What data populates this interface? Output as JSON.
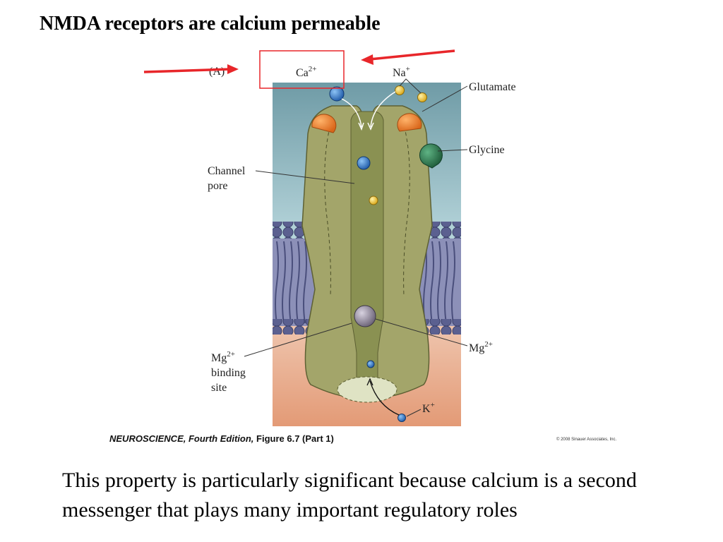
{
  "slide": {
    "title": "NMDA receptors are calcium permeable",
    "body": "This property is particularly significant because calcium is a second messenger that plays many important regulatory roles"
  },
  "figure": {
    "panel_label": "(A)",
    "labels": {
      "ca": "Ca",
      "ca_sup": "2+",
      "na": "Na",
      "na_sup": "+",
      "glutamate": "Glutamate",
      "glycine": "Glycine",
      "channel_pore_line1": "Channel",
      "channel_pore_line2": "pore",
      "mg_right": "Mg",
      "mg_right_sup": "2+",
      "mg_site_line1": "Mg",
      "mg_site_sup": "2+",
      "mg_site_line2": "binding",
      "mg_site_line3": "site",
      "k": "K",
      "k_sup": "+"
    },
    "caption": {
      "book": "NEUROSCIENCE, Fourth Edition,",
      "figure": "Figure 6.7 (Part 1)"
    },
    "copyright": "© 2008 Sinauer Associates, Inc."
  },
  "colors": {
    "annotation_red": "#e8262a",
    "extracellular": "#7fa8b0",
    "intracellular": "#e9a27e",
    "protein": "#a3a56a",
    "pore": "#8a9152",
    "glutamate": "#f08a2a",
    "glycine": "#2f7a4e",
    "calcium_ion": "#2e6fc4",
    "sodium_ion": "#f2c02c",
    "magnesium_ion": "#8a8494",
    "membrane": "#5a5f8c"
  }
}
